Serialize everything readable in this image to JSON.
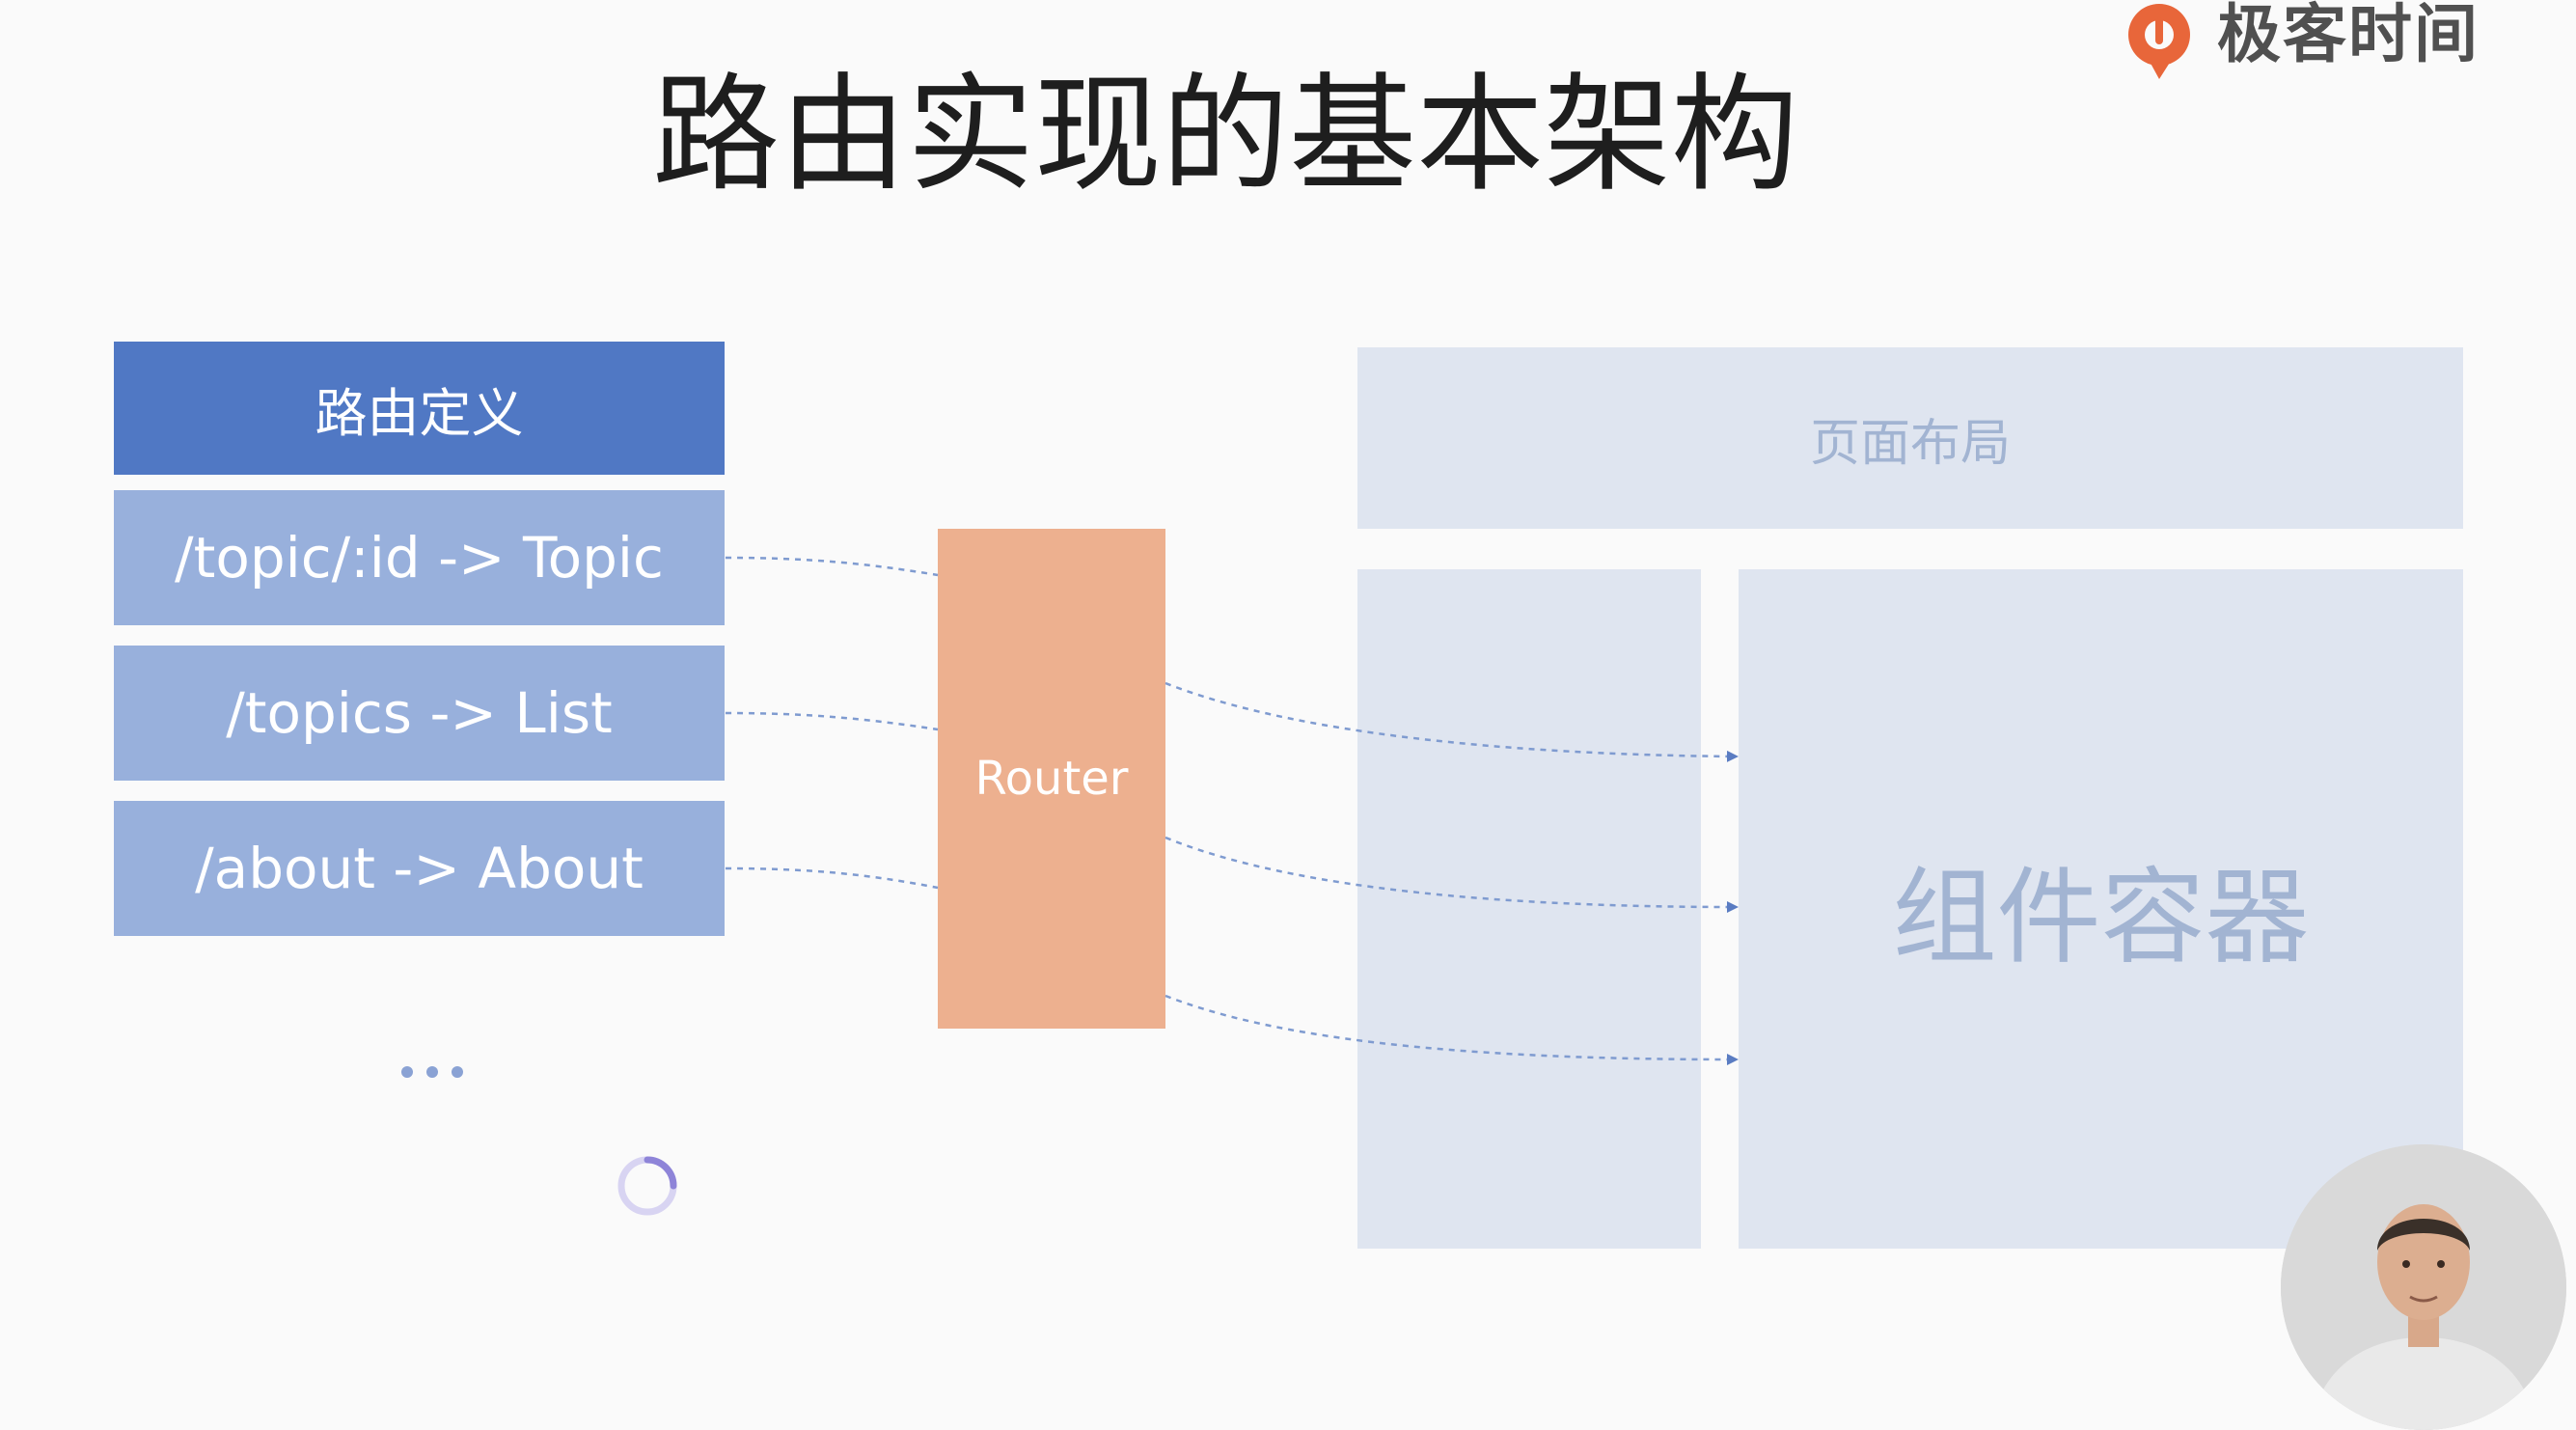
{
  "brand": {
    "name": "极客时间",
    "accent": "#e8663a"
  },
  "slide": {
    "title": "路由实现的基本架构"
  },
  "routes": {
    "header": "路由定义",
    "items": [
      {
        "label": "/topic/:id -> Topic"
      },
      {
        "label": "/topics -> List"
      },
      {
        "label": "/about -> About"
      }
    ],
    "more": "..."
  },
  "router": {
    "label": "Router"
  },
  "layout": {
    "header": "页面布局",
    "container": "组件容器"
  },
  "colors": {
    "route_header": "#5078c4",
    "route_item": "#98b0dc",
    "router": "#edb08f",
    "layout_panel": "#dfe5f0",
    "connector": "#6a8ac6"
  },
  "icons": [
    "brand-logo-icon",
    "loading-spinner-icon",
    "presenter-avatar"
  ]
}
